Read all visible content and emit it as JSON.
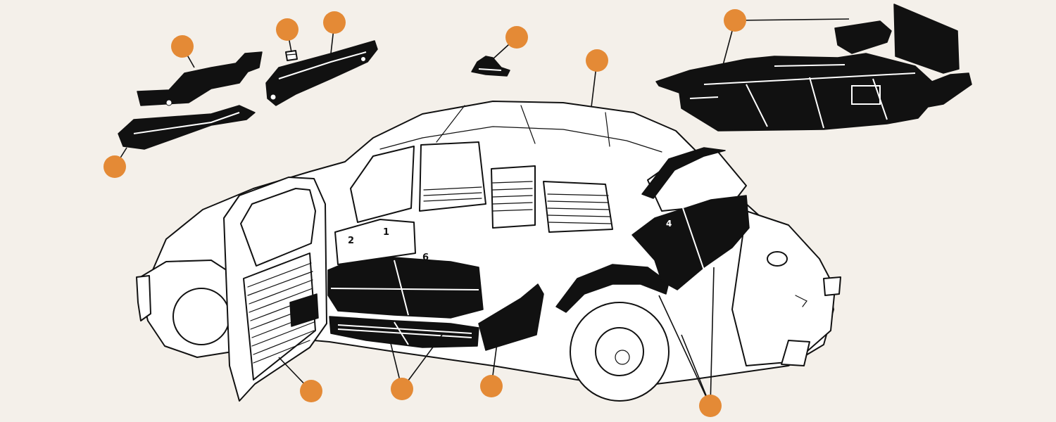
{
  "colors": {
    "background": "#f4f0ea",
    "callout": "#e48a36",
    "ink": "#111111",
    "body": "#ffffff"
  },
  "labels": {
    "l1": "1",
    "l2": "2",
    "l4": "4",
    "l6": "6"
  },
  "callouts": [
    {
      "id": "front-side-panel"
    },
    {
      "id": "side-mat"
    },
    {
      "id": "bolt"
    },
    {
      "id": "rear-parcel-panel"
    },
    {
      "id": "seat-bracket"
    },
    {
      "id": "headliner"
    },
    {
      "id": "carpet-set"
    },
    {
      "id": "door-panel"
    },
    {
      "id": "floor-mats"
    },
    {
      "id": "rear-door-panel"
    },
    {
      "id": "rear-wheel-arch"
    }
  ]
}
